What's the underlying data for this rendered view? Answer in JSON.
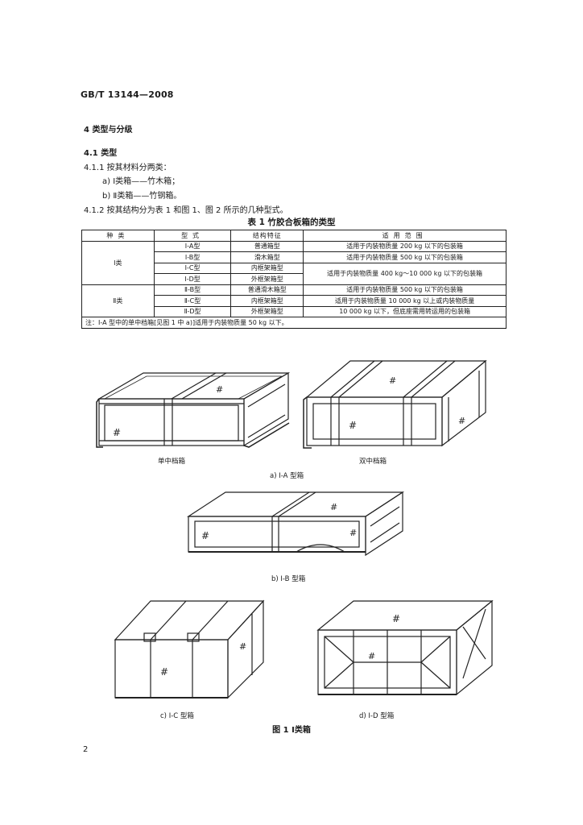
{
  "header": {
    "standard_code": "GB/T 13144—2008"
  },
  "sections": {
    "s4": "4  类型与分级",
    "s4_1": "4.1  类型",
    "s4_1_1": "4.1.1  按其材料分两类：",
    "item_a": "a)   Ⅰ类箱——竹木箱；",
    "item_b": "b)   Ⅱ类箱——竹钢箱。",
    "s4_1_2": "4.1.2  按其结构分为表 1 和图 1、图 2 所示的几种型式。"
  },
  "table": {
    "caption": "表 1  竹胶合板箱的类型",
    "headers": [
      "种类",
      "型式",
      "结构特征",
      "适用范围"
    ],
    "class1": "Ⅰ类",
    "class2": "Ⅱ类",
    "rows": [
      {
        "type": "Ⅰ-A型",
        "feature": "普通箱型",
        "scope": "适用于内装物质量 200 kg 以下的包装箱"
      },
      {
        "type": "Ⅰ-B型",
        "feature": "滑木箱型",
        "scope": "适用于内装物质量 500 kg 以下的包装箱"
      },
      {
        "type": "Ⅰ-C型",
        "feature": "内框架箱型"
      },
      {
        "type": "Ⅰ-D型",
        "feature": "外框架箱型"
      },
      {
        "type": "Ⅱ-B型",
        "feature": "普通滑木箱型",
        "scope": "适用于内装物质量 500 kg 以下的包装箱"
      },
      {
        "type": "Ⅱ-C型",
        "feature": "内框架箱型"
      },
      {
        "type": "Ⅱ-D型",
        "feature": "外框架箱型"
      }
    ],
    "scope_merged_1": "适用于内装物质量 400 kg～10 000 kg 以下的包装箱",
    "scope_merged_2_line1": "适用于内装物质量 10 000 kg 以上或内装物质量",
    "scope_merged_2_line2": "10 000 kg 以下，但底座需用转运用的包装箱",
    "note": "注：Ⅰ-A 型中的单中档箱[见图 1 中 a)]适用于内装物质量 50 kg 以下。"
  },
  "figure": {
    "label_single": "单中档箱",
    "label_double": "双中档箱",
    "sub_a": "a)  Ⅰ-A 型箱",
    "sub_b": "b)  Ⅰ-B 型箱",
    "sub_c": "c)  Ⅰ-C 型箱",
    "sub_d": "d)  Ⅰ-D 型箱",
    "title": "图 1   Ⅰ类箱",
    "mark": "#"
  },
  "page_number": "2"
}
